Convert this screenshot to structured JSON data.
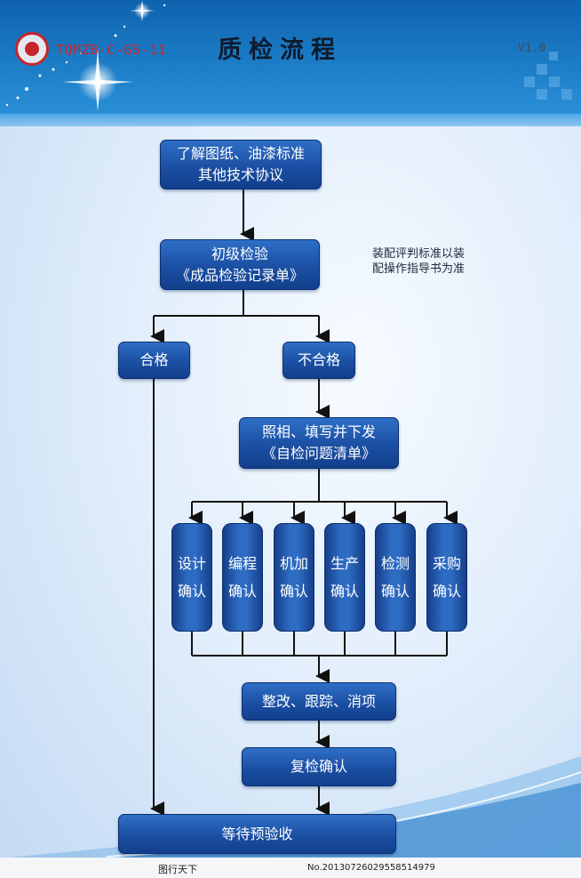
{
  "header": {
    "code": "TQMZB-C-GS-11",
    "title": "质检流程",
    "version": "V1.0"
  },
  "nodes": {
    "understand": [
      "了解图纸、油漆标准",
      "其他技术协议"
    ],
    "initial": [
      "初级检验",
      "《成品检验记录单》"
    ],
    "pass": "合格",
    "fail": "不合格",
    "photo": [
      "照相、填写并下发",
      "《自检问题清单》"
    ],
    "confirm": [
      [
        "设计",
        "确认"
      ],
      [
        "编程",
        "确认"
      ],
      [
        "机加",
        "确认"
      ],
      [
        "生产",
        "确认"
      ],
      [
        "检测",
        "确认"
      ],
      [
        "采购",
        "确认"
      ]
    ],
    "rectify": "整改、跟踪、消项",
    "recheck": "复检确认",
    "await": "等待预验收"
  },
  "note": [
    "装配评判标准以装",
    "配操作指导书为准"
  ],
  "footer": {
    "site": "图行天下",
    "id": "No.20130726029558514979"
  },
  "colors": {
    "node": "#1b4fa3",
    "header": "#1c7cc6",
    "code": "#d2232a"
  }
}
